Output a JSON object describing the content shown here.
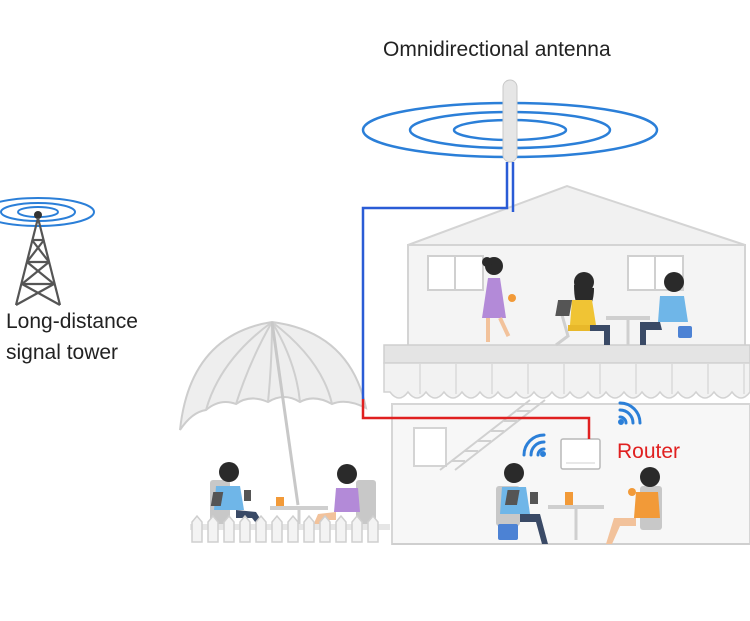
{
  "labels": {
    "antenna": "Omnidirectional antenna",
    "tower_line1": "Long-distance",
    "tower_line2": "signal tower",
    "router": "Router"
  },
  "colors": {
    "cable_blue": "#2a5cd6",
    "cable_red": "#e02020",
    "signal_blue": "#2b7fd8",
    "router_text": "#e02020",
    "house_gray": "#d9d9d9"
  },
  "icons": {
    "antenna": "omnidirectional-antenna-icon",
    "tower": "signal-tower-icon",
    "router": "router-icon",
    "wifi": "wifi-icon"
  }
}
